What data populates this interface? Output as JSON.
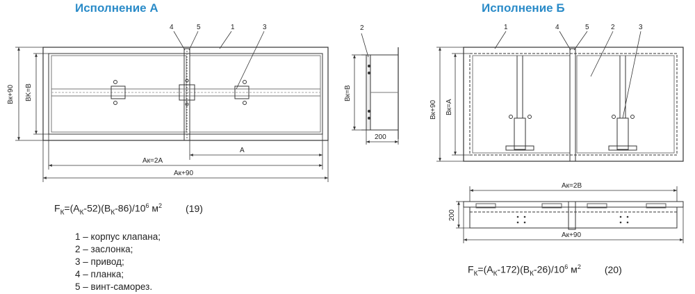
{
  "titles": {
    "variant_a": "Исполнение А",
    "variant_b": "Исполнение Б"
  },
  "view_a": {
    "callouts": [
      "4",
      "5",
      "1",
      "3"
    ],
    "dims": {
      "height_outer": "Bк+90",
      "height_inner": "BK=B",
      "width_half": "A",
      "width_inner": "Aк=2A",
      "width_outer": "Aк+90"
    }
  },
  "side_view_a": {
    "callout": "2",
    "dims": {
      "height": "Bк=B",
      "depth": "200"
    }
  },
  "view_b": {
    "callouts": [
      "1",
      "4",
      "5",
      "2",
      "3"
    ],
    "dims": {
      "height_outer": "Bк+90",
      "height_inner": "Bк=A"
    }
  },
  "top_view_b": {
    "dims": {
      "width_inner": "Aк=2B",
      "depth": "200",
      "width_outer": "Aк+90"
    }
  },
  "formula_a": {
    "prefix": "F",
    "sub1": "К",
    "part1": "=(A",
    "sub2": "К",
    "part2": "-52)(B",
    "sub3": "К",
    "part3": "-86)/10",
    "exp": "6",
    "unit": " м",
    "unit_exp": "2",
    "number": "(19)"
  },
  "formula_b": {
    "prefix": "F",
    "sub1": "К",
    "part1": "=(A",
    "sub2": "К",
    "part2": "-172)(B",
    "sub3": "К",
    "part3": "-26)/10",
    "exp": "6",
    "unit": " м",
    "unit_exp": "2",
    "number": "(20)"
  },
  "legend": {
    "items": [
      "1 – корпус клапана;",
      "2 – заслонка;",
      "3 – привод;",
      "4 – планка;",
      "5 – винт-саморез."
    ]
  },
  "colors": {
    "title": "#2a8bc8",
    "line": "#333333"
  }
}
